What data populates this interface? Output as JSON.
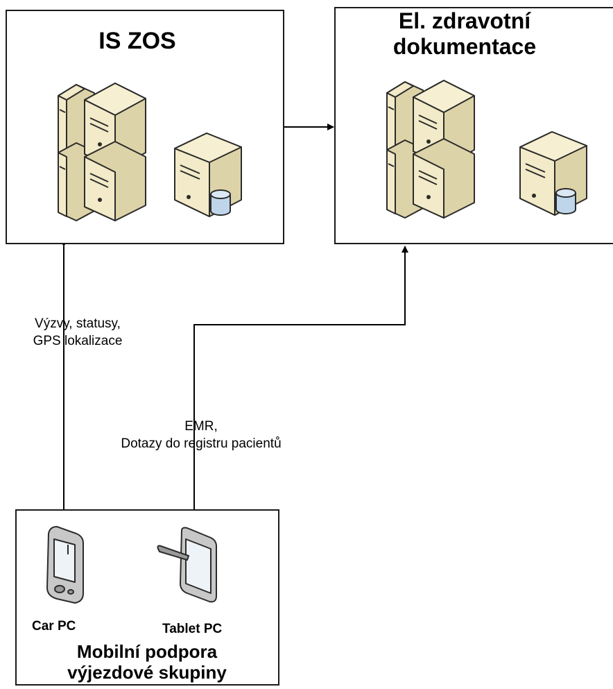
{
  "systems": {
    "is_zos": {
      "title": "IS ZOS"
    },
    "ehr": {
      "title_line1": "El. zdravotní",
      "title_line2": "dokumentace"
    },
    "mobile": {
      "title_line1": "Mobilní podpora",
      "title_line2": "výjezdové skupiny"
    }
  },
  "links": {
    "calls": {
      "line1": "Výzvy, statusy,",
      "line2": "GPS lokalizace"
    },
    "emr": {
      "line1": "EMR,",
      "line2": "Dotazy do registru pacientů"
    }
  },
  "devices": {
    "car_pc": {
      "label": "Car PC"
    },
    "tablet_pc": {
      "label": "Tablet PC"
    }
  },
  "icons": [
    "server-rack-icon",
    "database-server-icon",
    "pda-icon",
    "tablet-icon"
  ],
  "colors": {
    "server_face": "#f2eac8",
    "server_side": "#ddd3a8",
    "db_blue": "#bfd6ea",
    "device": "#c8c8c8",
    "screen": "#eef3f7"
  }
}
